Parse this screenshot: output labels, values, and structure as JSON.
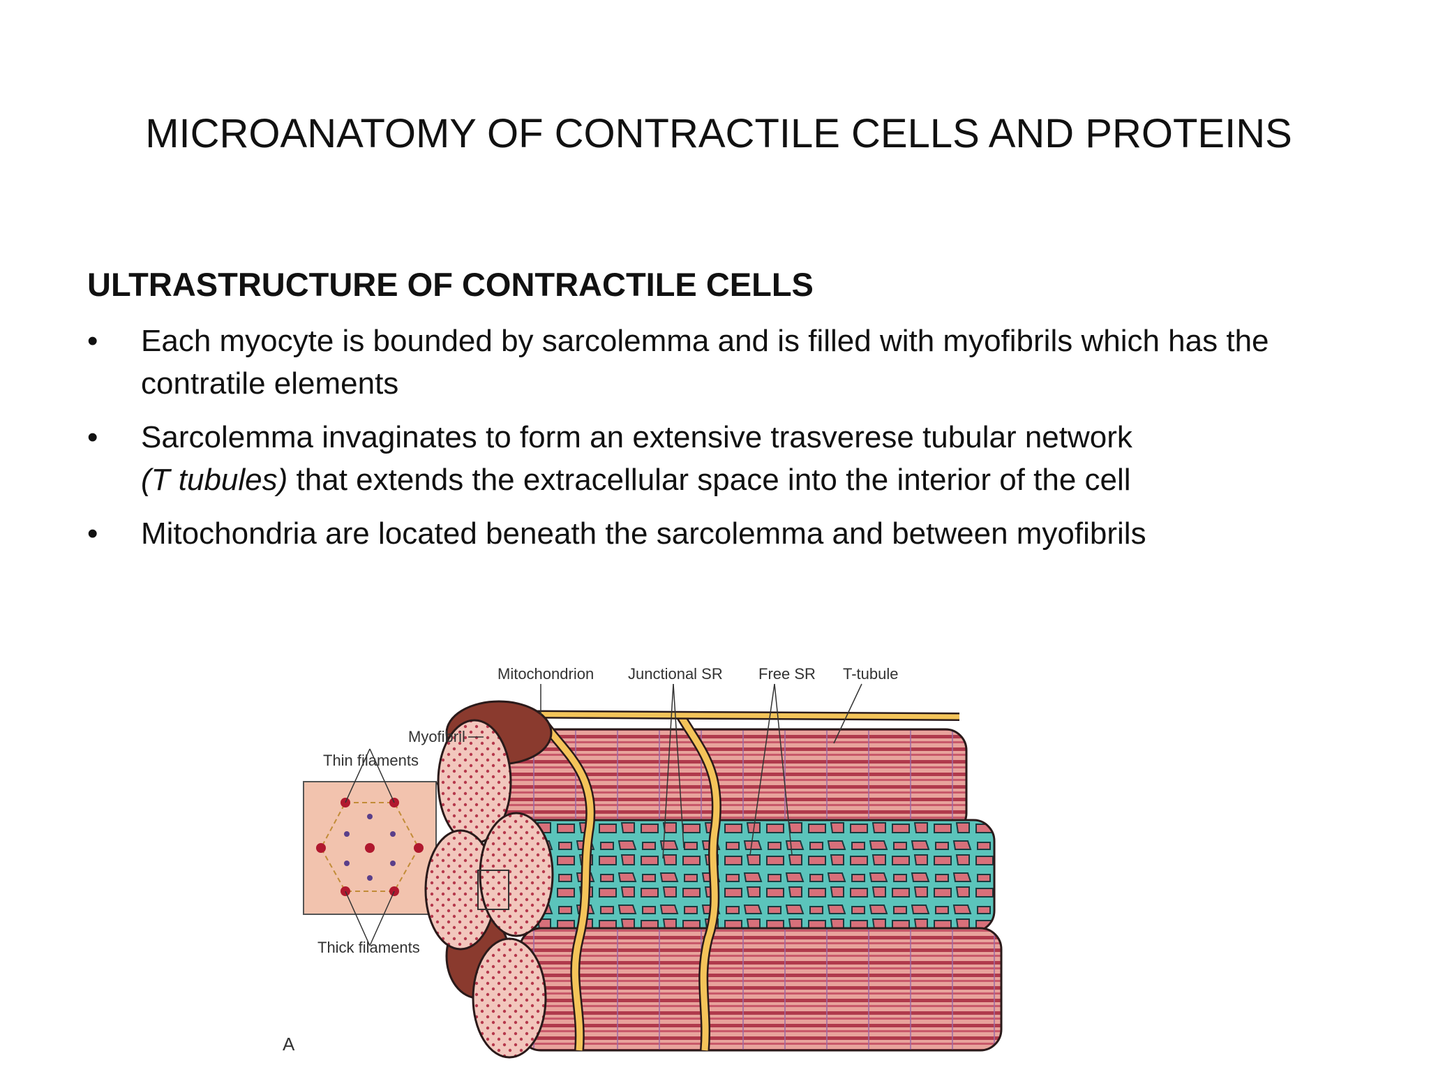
{
  "slide": {
    "title": "MICROANATOMY OF CONTRACTILE CELLS AND PROTEINS",
    "section_heading": "ULTRASTRUCTURE OF CONTRACTILE CELLS",
    "bullet_glyph": "•",
    "bullets": [
      {
        "text": "Each myocyte is bounded by sarcolemma and is filled with myofibrils which has the contratile elements"
      },
      {
        "italic": "(T tubules)",
        "line1": "Sarcolemma invaginates to form an extensive trasverese tubular network",
        "line2_rest": " that extends the extracellular space into the interior of the cell"
      },
      {
        "text": "Mitochondria are located beneath the sarcolemma and between myofibrils"
      }
    ]
  },
  "figure": {
    "labels": {
      "mitochondrion": "Mitochondrion",
      "junctional_sr": "Junctional SR",
      "free_sr": "Free SR",
      "t_tubule": "T-tubule",
      "myofibril": "Myofibril",
      "thin_filaments": "Thin filaments",
      "thick_filaments": "Thick filaments",
      "panel_letter": "A"
    },
    "colors": {
      "muscle_dark": "#a8364a",
      "muscle_light": "#e8a39c",
      "muscle_pink": "#f2c7bd",
      "sr_teal": "#5bc4bb",
      "t_tubule_yellow": "#f4c45a",
      "mitochondrion_brown": "#8a3a2e",
      "inset_bg": "#f2c3ae"
    }
  }
}
